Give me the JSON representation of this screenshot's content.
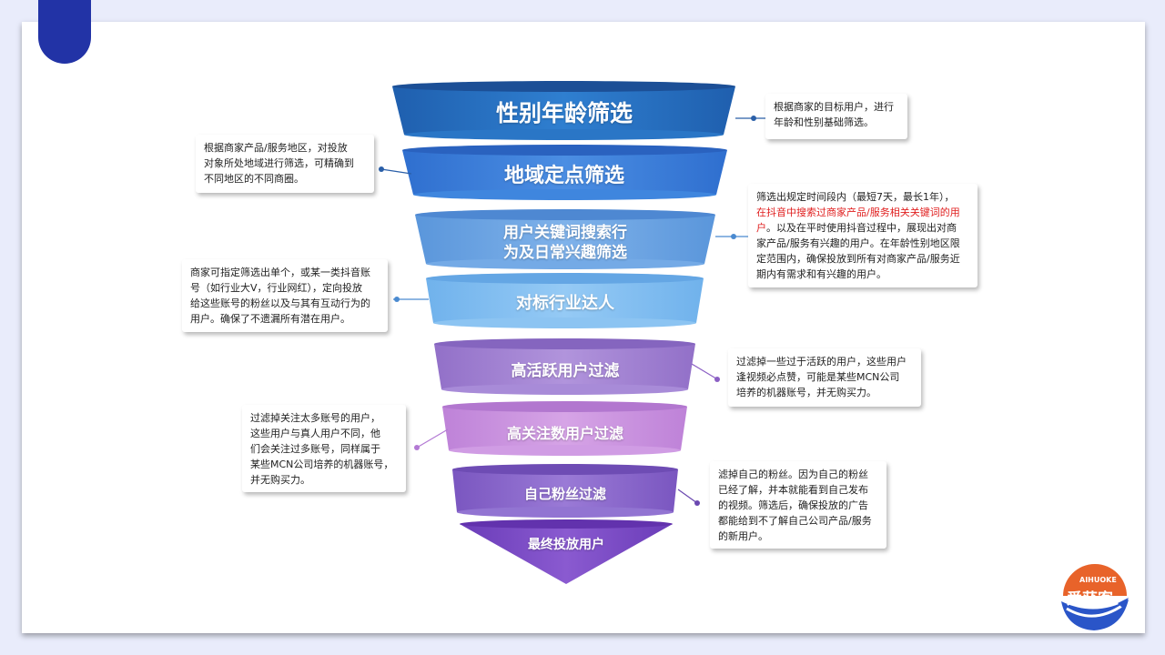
{
  "stages": [
    {
      "label": "性别年龄筛选",
      "color": "#2a73c2"
    },
    {
      "label": "地域定点筛选",
      "color": "#3a7ed8"
    },
    {
      "label_line1": "用户关键词搜索行",
      "label_line2": "为及日常兴趣筛选",
      "color": "#6aa3e0"
    },
    {
      "label": "对标行业达人",
      "color": "#80bdf0"
    },
    {
      "label": "高活跃用户过滤",
      "color": "#a484d2"
    },
    {
      "label": "高关注数用户过滤",
      "color": "#c792de"
    },
    {
      "label": "自己粉丝过滤",
      "color": "#8b67cc"
    },
    {
      "label": "最终投放用户",
      "color": "#7b4fc4"
    }
  ],
  "notes": {
    "gender_age": [
      "根据商家的目标用户，进行",
      "年龄和性别基础筛选。"
    ],
    "region": [
      "根据商家产品/服务地区，对投放",
      "对象所处地域进行筛选，可精确到",
      "不同地区的不同商圈。"
    ],
    "keyword": {
      "line1": "筛选出规定时间段内（最短7天，最长1年），",
      "red1": "在抖音中搜索过商家产品/服务相关关键词的用",
      "red2": "户",
      "line3": "。以及在平时使用抖音过程中，展现出对商",
      "line4": "家产品/服务有兴趣的用户。在年龄性别地区限",
      "line5": "定范围内，确保投放到所有对商家产品/服务近",
      "line6": "期内有需求和有兴趣的用户。"
    },
    "benchmark": [
      "商家可指定筛选出单个，或某一类抖音账",
      "号（如行业大V，行业网红），定向投放",
      "给这些账号的粉丝以及与其有互动行为的",
      "用户。确保了不遗漏所有潜在用户。"
    ],
    "active": [
      "过滤掉一些过于活跃的用户，这些用户",
      "逢视频必点赞，可能是某些MCN公司",
      "培养的机器账号，并无购买力。"
    ],
    "follow": [
      "过滤掉关注太多账号的用户，",
      "这些用户与真人用户不同，他",
      "们会关注过多账号，同样属于",
      "某些MCN公司培养的机器账号，",
      "并无购买力。"
    ],
    "fans": [
      "滤掉自己的粉丝。因为自己的粉丝",
      "已经了解，并本就能看到自己发布",
      "的视频。筛选后，确保投放的广告",
      "都能给到不了解自己公司产品/服务",
      "的新用户。"
    ]
  },
  "logo": {
    "name": "爱获客",
    "latin": "AIHUOKE"
  }
}
